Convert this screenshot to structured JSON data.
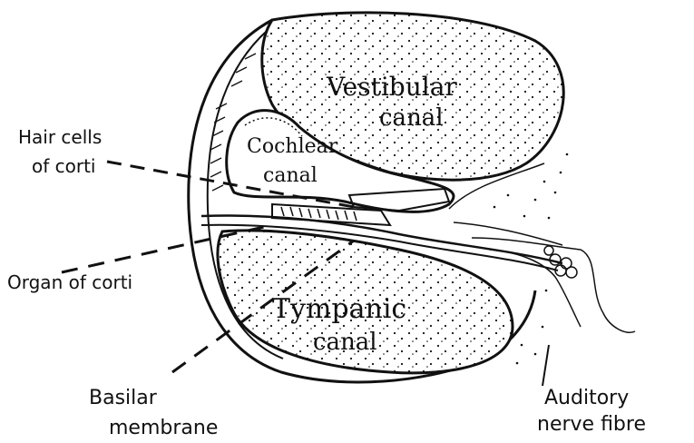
{
  "diagram": {
    "labels": {
      "vestibular": [
        "Vestibular",
        "canal"
      ],
      "cochlear": [
        "Cochlear",
        "canal"
      ],
      "tympanic": [
        "Tympanic",
        "canal"
      ],
      "hair_cells": [
        "Hair cells",
        "of corti"
      ],
      "organ": "Organ of corti",
      "basilar": [
        "Basilar",
        "membrane"
      ],
      "auditory": [
        "Auditory",
        "nerve fibre"
      ]
    },
    "colors": {
      "ink": "#111111",
      "paper": "#ffffff"
    }
  }
}
